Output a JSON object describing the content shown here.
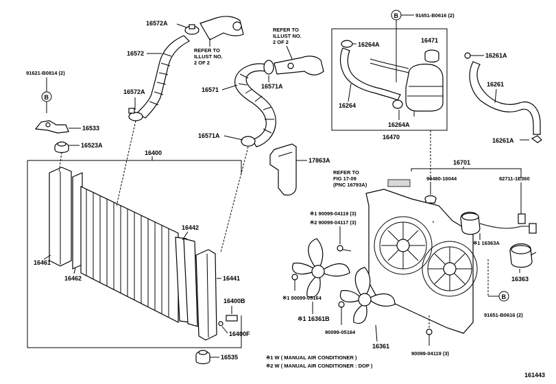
{
  "labels": {
    "p16572A": "16572A",
    "p16572": "16572",
    "p16572A_2": "16572A",
    "refer1_l1": "REFER TO",
    "refer1_l2": "ILLUST NO.",
    "refer1_l3": "2 OF 2",
    "refer2_l1": "REFER TO",
    "refer2_l2": "ILLUST NO.",
    "refer2_l3": "2 OF 2",
    "p91621": "91621-B0814 (2)",
    "mark_b1": "B",
    "p16533": "16533",
    "p16523A": "16523A",
    "p16571": "16571",
    "p16571A_1": "16571A",
    "p16571A_2": "16571A",
    "p17863A": "17863A",
    "p16400": "16400",
    "p16442": "16442",
    "p16461": "16461",
    "p16462": "16462",
    "p16441": "16441",
    "p16400B": "16400B",
    "p16400F": "16400F",
    "p16535": "16535",
    "mark_b2": "B",
    "p91651_top": "91651-B0616 (2)",
    "p16264A_1": "16264A",
    "p16471": "16471",
    "p16264": "16264",
    "p16264A_2": "16264A",
    "p16470": "16470",
    "p16261A_1": "16261A",
    "p16261": "16261",
    "p16261A_2": "16261A",
    "p16701": "16701",
    "refer3_l1": "REFER  TO",
    "refer3_l2": "FIG 17-09",
    "refer3_l3": "(PNC 16793A)",
    "p90480": "90480-16044",
    "p82711": "82711-1E360",
    "note1_bolt": "※1 90099-04119 (3)",
    "note2_bolt": "※2 90099-04117 (3)",
    "p16363A": "※1 16363A",
    "p16363": "16363",
    "p90099_05164_a": "※1 90099-05164",
    "p16361B": "※1 16361B",
    "p90099_05164_b": "90099-05164",
    "p16361": "16361",
    "mark_b3": "B",
    "p91651_bot": "91651-B0616 (2)",
    "p90099_04119": "90099-04119 (3)",
    "footnote1": "※1 W ( MANUAL AIR CONDITIONER )",
    "footnote2": "※2 W ( MANUAL AIR CONDITIONER : DOP )",
    "fig_no": "161443"
  },
  "colors": {
    "ink": "#000000",
    "paper": "#ffffff",
    "refer_patch": "#d8d8d8"
  }
}
